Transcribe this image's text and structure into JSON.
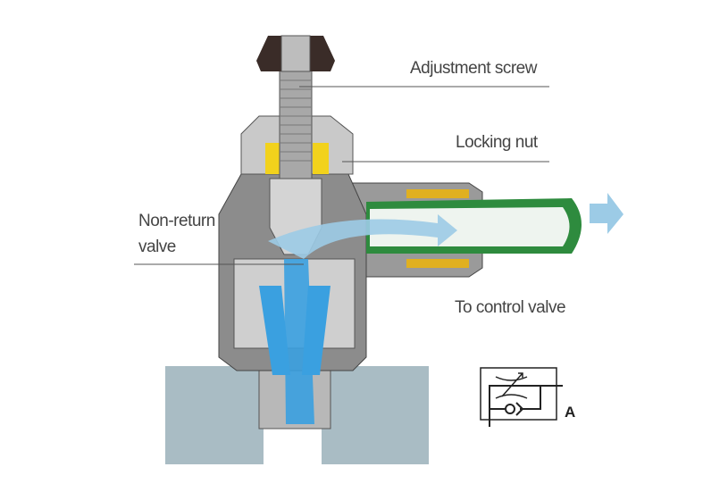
{
  "labels": {
    "adjustment_screw": "Adjustment screw",
    "locking_nut": "Locking nut",
    "non_return_line1": "Non-return",
    "non_return_line2": "valve",
    "to_control_valve": "To control valve",
    "symbol_port": "A"
  },
  "colors": {
    "flow": "#3aa0e0",
    "flow_light": "#9ccbe6",
    "tube": "#2e8b3e",
    "brass": "#f2d21c",
    "knob": "#3a2c28",
    "block": "#a9bcc4",
    "metal": "#c8c8c8"
  }
}
